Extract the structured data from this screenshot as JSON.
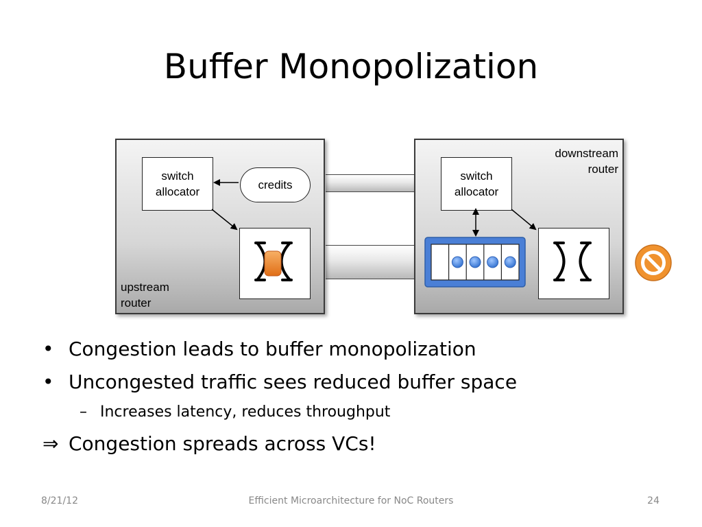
{
  "slide": {
    "title": "Buffer Monopolization"
  },
  "diagram": {
    "upstream": {
      "label_line1": "upstream",
      "label_line2": "router",
      "switch_allocator_line1": "switch",
      "switch_allocator_line2": "allocator",
      "credits": "credits"
    },
    "downstream": {
      "label_line1": "downstream",
      "label_line2": "router",
      "switch_allocator_line1": "switch",
      "switch_allocator_line2": "allocator",
      "buffer_slots": 5,
      "occupied_slots": 4
    },
    "colors": {
      "flit_orange": "#f08a2c",
      "buffer_blue": "#4a7fd6",
      "flit_blue": "#4d8ee6",
      "no_entry_orange": "#f0922e"
    }
  },
  "bullets": [
    {
      "marker": "•",
      "text": "Congestion leads to buffer monopolization"
    },
    {
      "marker": "•",
      "text": "Uncongested traffic sees reduced buffer space"
    },
    {
      "marker": "–",
      "text": "Increases latency, reduces throughput"
    },
    {
      "marker": "⇒",
      "text": "Congestion spreads across VCs!"
    }
  ],
  "footer": {
    "date": "8/21/12",
    "center": "Efficient Microarchitecture for NoC Routers",
    "page": "24"
  }
}
